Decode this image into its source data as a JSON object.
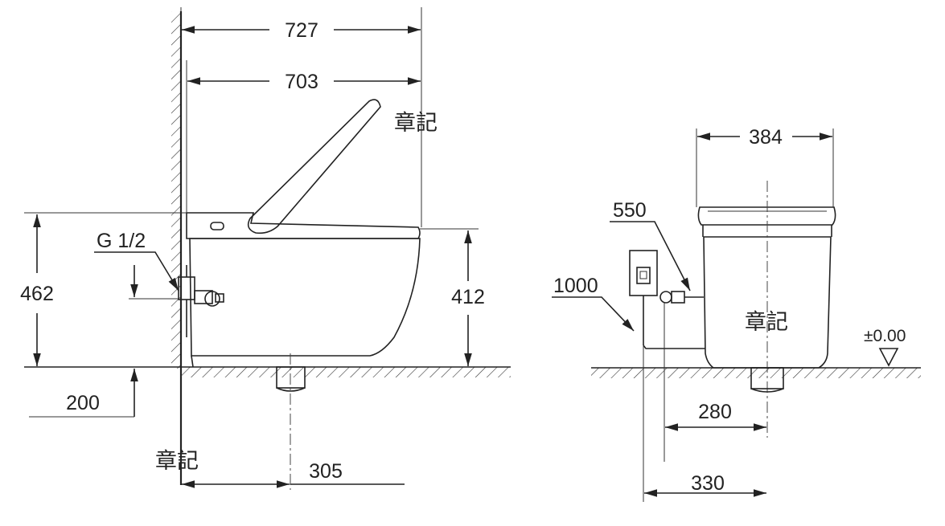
{
  "side_view": {
    "dim_overall_length": "727",
    "dim_body_length": "703",
    "dim_total_height": "462",
    "dim_seat_height": "412",
    "dim_supply_height": "200",
    "dim_drain_offset": "305",
    "thread_label": "G 1/2",
    "stamp_top": "章記",
    "stamp_bottom": "章記"
  },
  "front_view": {
    "dim_width": "384",
    "dim_hose_550": "550",
    "dim_cable_1000": "1000",
    "dim_valve_offset": "280",
    "dim_box_offset": "330",
    "level_label": "±0.00",
    "stamp_body": "章記"
  }
}
